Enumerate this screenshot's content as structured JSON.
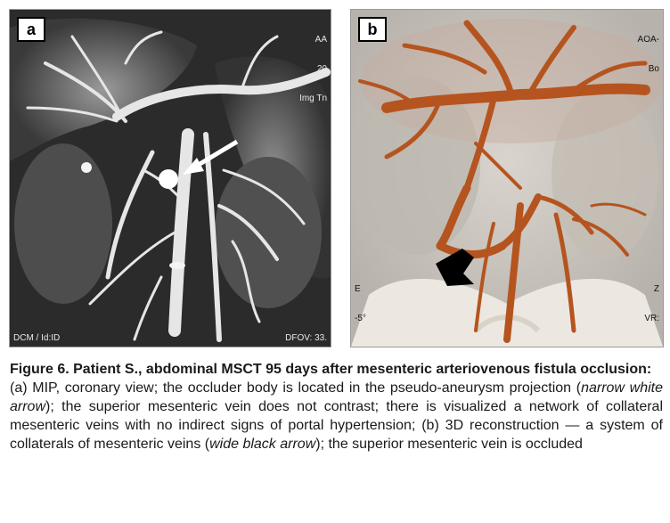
{
  "panel_a": {
    "label": "a",
    "overlay_top_right": [
      "AA",
      "20",
      "Img Tn"
    ],
    "overlay_bottom_left": "DCM / Id:ID",
    "overlay_bottom_right": "DFOV: 33.",
    "colors": {
      "background": "#2b2b2b",
      "vessel": "#e6e6e6",
      "tissue": "#7a7a7a"
    }
  },
  "panel_b": {
    "label": "b",
    "overlay_top_right": [
      "AOA-",
      "Bo"
    ],
    "overlay_bottom_left": [
      "E",
      "-5°"
    ],
    "overlay_bottom_right": [
      "Z",
      "VR:"
    ],
    "colors": {
      "background": "#cfcfcf",
      "vessel": "#b5541f",
      "bone": "#e9e4dc"
    }
  },
  "caption": {
    "title": "Figure 6. Patient S., abdominal MSCT 95 days after mesenteric arteriovenous fistula occlusion:",
    "part1": "(a) MIP, coronary view; the occluder body is located in the pseudo-aneurysm projection (",
    "part1_em": "narrow white arrow",
    "part2": "); the superior mesenteric vein does not contrast; there is visualized a network of collateral mesenteric veins with no indirect signs of portal hypertension; (b) 3D reconstruction — a system of collaterals of mesenteric veins (",
    "part2_em": "wide black arrow",
    "part3": "); the superior mesenteric vein is occluded"
  }
}
